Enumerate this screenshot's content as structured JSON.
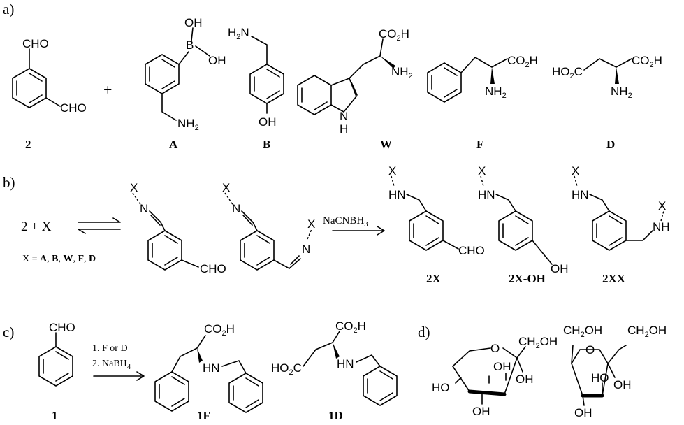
{
  "panels": {
    "a": "a)",
    "b": "b)",
    "c": "c)",
    "d": "d)"
  },
  "panel_a": {
    "plus": "+",
    "compounds": [
      {
        "id": "2",
        "groups": [
          "CHO",
          "CHO"
        ]
      },
      {
        "id": "A",
        "groups": [
          "B",
          "OH",
          "OH",
          "NH",
          "2"
        ]
      },
      {
        "id": "B",
        "groups": [
          "H",
          "2",
          "N",
          "OH"
        ]
      },
      {
        "id": "W",
        "groups": [
          "CO",
          "2",
          "H",
          "NH",
          "2",
          "N",
          "H"
        ]
      },
      {
        "id": "F",
        "groups": [
          "CO",
          "2",
          "H",
          "NH",
          "2"
        ]
      },
      {
        "id": "D",
        "groups": [
          "HO",
          "2",
          "C",
          "CO",
          "2",
          "H",
          "NH",
          "2"
        ]
      }
    ]
  },
  "panel_b": {
    "reactants": "2 + X",
    "x_def": {
      "prefix": "X = ",
      "items": [
        "A",
        "B",
        "W",
        "F",
        "D"
      ],
      "sep": ", "
    },
    "reagent": {
      "main": "NaCNBH",
      "sub": "3"
    },
    "imine_atoms": [
      "X",
      "N",
      "CHO",
      "X",
      "N",
      "X",
      "N"
    ],
    "products": [
      {
        "id": "2X",
        "groups": [
          "X",
          "HN",
          "CHO"
        ]
      },
      {
        "id": "2X-OH",
        "groups": [
          "X",
          "HN",
          "OH"
        ]
      },
      {
        "id": "2XX",
        "groups": [
          "X",
          "HN",
          "X",
          "NH"
        ]
      }
    ]
  },
  "panel_c": {
    "start": {
      "id": "1",
      "group": "CHO"
    },
    "steps": {
      "step1": "1. F or D",
      "step2_main": "2. NaBH",
      "step2_sub": "4"
    },
    "products": [
      {
        "id": "1F",
        "groups": [
          "CO",
          "2",
          "H",
          "HN"
        ]
      },
      {
        "id": "1D",
        "groups": [
          "HO",
          "2",
          "C",
          "CO",
          "2",
          "H",
          "HN"
        ]
      }
    ]
  },
  "panel_d": {
    "pyranose_groups": [
      "O",
      "CH",
      "2",
      "OH",
      "OH",
      "OH",
      "HO",
      "OH"
    ],
    "furanose_groups": [
      "CH",
      "2",
      "OH",
      "O",
      "CH",
      "2",
      "OH",
      "OH",
      "HO",
      "OH"
    ]
  }
}
